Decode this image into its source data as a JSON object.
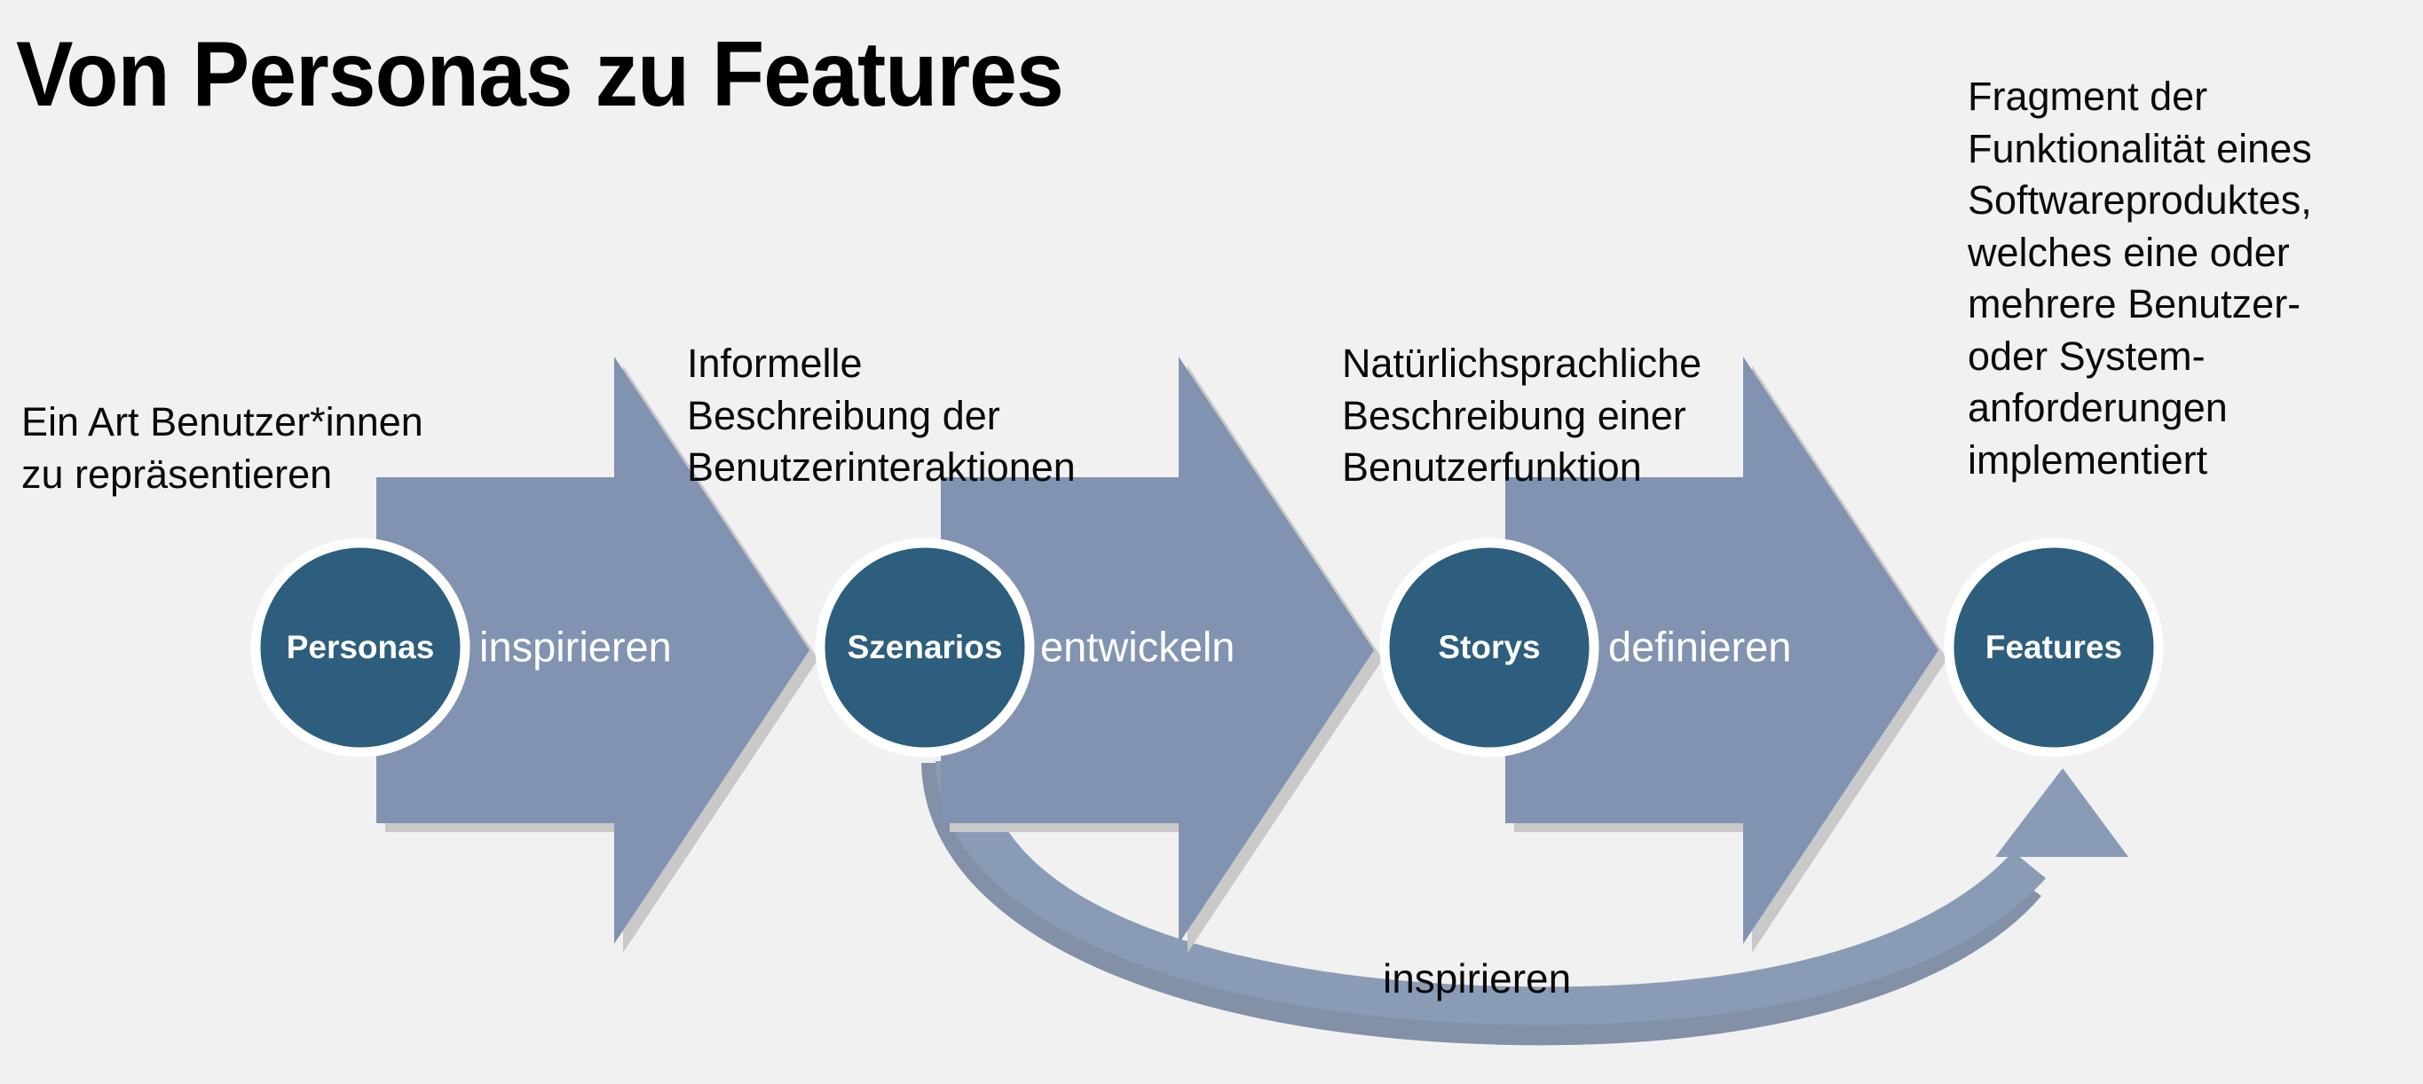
{
  "page": {
    "title": "Von Personas zu Features",
    "background_color": "#f1f1f1"
  },
  "theme": {
    "arrow_fill": "#8193b0",
    "arrow_shadow": "#c9c9c9",
    "node_fill": "#2d5e7d",
    "node_stroke": "#ffffff",
    "curve_fill": "#8a9cb5",
    "curve_shadow": "#7b8ba3",
    "text_dark": "#0a0a0a",
    "text_light": "#ffffff"
  },
  "flow": {
    "nodes": [
      {
        "id": "personas",
        "label": "Personas",
        "caption": "Ein Art Benutzer*innen\nzu repräsentieren"
      },
      {
        "id": "szenarios",
        "label": "Szenarios",
        "caption": "Informelle\nBeschreibung der\nBenutzerinteraktionen"
      },
      {
        "id": "storys",
        "label": "Storys",
        "caption": "Natürlichsprachliche\nBeschreibung einer\nBenutzerfunktion"
      },
      {
        "id": "features",
        "label": "Features",
        "caption": "Fragment der\nFunktionalität eines\nSoftwareproduktes,\nwelches eine oder\nmehrere Benutzer-\noder System-\nanforderungen\nimplementiert"
      }
    ],
    "transitions": [
      {
        "id": "personas-to-szenarios",
        "label": "inspirieren",
        "from": "Personas",
        "to": "Szenarios"
      },
      {
        "id": "szenarios-to-storys",
        "label": "entwickeln",
        "from": "Szenarios",
        "to": "Storys"
      },
      {
        "id": "storys-to-features",
        "label": "definieren",
        "from": "Storys",
        "to": "Features"
      }
    ],
    "feedback": {
      "id": "szenarios-to-features-feedback",
      "label": "inspirieren",
      "from": "Szenarios",
      "to": "Features"
    }
  }
}
